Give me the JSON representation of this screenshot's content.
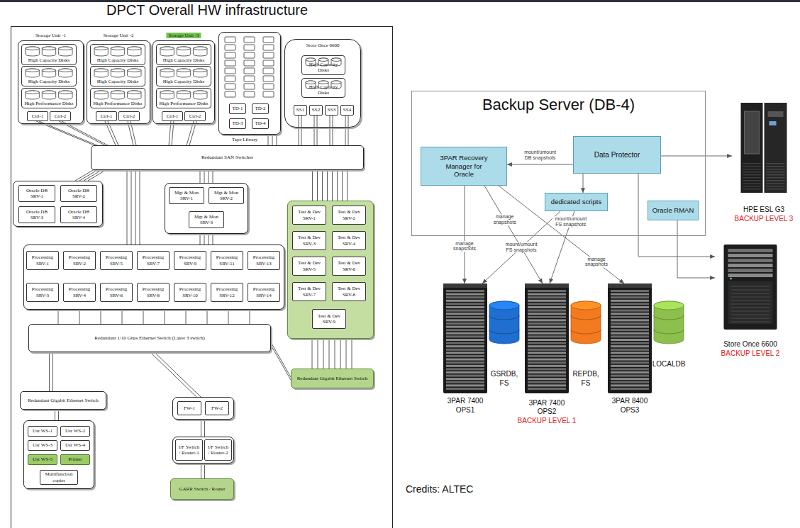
{
  "diagram": {
    "title": "DPCT Overall HW infrastructure",
    "nodes": [
      {
        "text": [
          "Storage Unit -1"
        ]
      },
      {
        "text": [
          "High Capacity Disks"
        ],
        "in": 0
      },
      {
        "text": [
          "High Capacity Disks"
        ],
        "in": 0
      },
      {
        "text": [
          "High Performance Disks"
        ],
        "in": 0
      },
      {
        "text": [
          "Ctrl-1"
        ],
        "in": 0
      },
      {
        "text": [
          "Ctrl-2"
        ],
        "in": 0
      },
      {
        "text": [
          "Storage Unit -2"
        ]
      },
      {
        "text": [
          "High Capacity Disks"
        ],
        "in": 6
      },
      {
        "text": [
          "High Capacity Disks"
        ],
        "in": 6
      },
      {
        "text": [
          "High Performance Disks"
        ],
        "in": 6
      },
      {
        "text": [
          "Ctrl-1"
        ],
        "in": 6
      },
      {
        "text": [
          "Ctrl-2"
        ],
        "in": 6
      },
      {
        "text": [
          "Storage Unit -3"
        ]
      },
      {
        "text": [
          "High Capacity Disks"
        ],
        "in": 12
      },
      {
        "text": [
          "High Capacity Disks"
        ],
        "in": 12
      },
      {
        "text": [
          "High Performance Disks"
        ],
        "in": 12
      },
      {
        "text": [
          "Ctrl-1"
        ],
        "in": 12
      },
      {
        "text": [
          "Ctrl-2"
        ],
        "in": 12
      },
      {
        "text": [
          "Tape Library"
        ]
      },
      {
        "text": [
          "TD-1"
        ],
        "in": 18
      },
      {
        "text": [
          "TD-2"
        ],
        "in": 18
      },
      {
        "text": [
          "TD-3"
        ],
        "in": 18
      },
      {
        "text": [
          "TD-4"
        ],
        "in": 18
      },
      {
        "text": [
          "Store Once 6600"
        ]
      },
      {
        "text": [
          "High Capacity Disks"
        ],
        "in": 23
      },
      {
        "text": [
          "High Capacity Disks"
        ],
        "in": 23
      },
      {
        "text": [
          "SS1"
        ],
        "in": 23
      },
      {
        "text": [
          "SS2"
        ],
        "in": 23
      },
      {
        "text": [
          "SS3"
        ],
        "in": 23
      },
      {
        "text": [
          "SS4"
        ],
        "in": 23
      },
      {
        "text": [
          "Redundant SAN Switches"
        ]
      },
      {
        "text": []
      },
      {
        "text": [
          "Oracle DB SRV-1"
        ],
        "in": 31
      },
      {
        "text": [
          "Oracle DB SRV-2"
        ],
        "in": 31
      },
      {
        "text": [
          "Oracle DB SRV-3"
        ],
        "in": 31
      },
      {
        "text": [
          "Oracle DB SRV-4"
        ],
        "in": 31
      },
      {
        "text": []
      },
      {
        "text": [
          "Mgt & Mon SRV-1"
        ],
        "in": 36
      },
      {
        "text": [
          "Mgt & Mon SRV-2"
        ],
        "in": 36
      },
      {
        "text": [
          "Mgt & Mon SRV-3"
        ],
        "in": 36
      },
      {
        "text": []
      },
      {
        "text": [
          "Test & Dev SRV-1"
        ],
        "in": 40
      },
      {
        "text": [
          "Test & Dev SRV-2"
        ],
        "in": 40
      },
      {
        "text": [
          "Test & Dev SRV-3"
        ],
        "in": 40
      },
      {
        "text": [
          "Test & Dev SRV-4"
        ],
        "in": 40
      },
      {
        "text": [
          "Test & Dev SRV-5"
        ],
        "in": 40
      },
      {
        "text": [
          "Test & Dev SRV-6"
        ],
        "in": 40
      },
      {
        "text": [
          "Test & Dev SRV-7"
        ],
        "in": 40
      },
      {
        "text": [
          "Test & Dev SRV-8"
        ],
        "in": 40
      },
      {
        "text": [
          "Test & Dev SRV-9"
        ],
        "in": 40
      },
      {
        "text": []
      },
      {
        "text": [
          "Processing SRV-1"
        ],
        "in": 50
      },
      {
        "text": [
          "Processing SRV-2"
        ],
        "in": 50
      },
      {
        "text": [
          "Processing SRV-5"
        ],
        "in": 50
      },
      {
        "text": [
          "Processing SRV-7"
        ],
        "in": 50
      },
      {
        "text": [
          "Processing SRV-9"
        ],
        "in": 50
      },
      {
        "text": [
          "Processing SRV-11"
        ],
        "in": 50
      },
      {
        "text": [
          "Processing SRV-13"
        ],
        "in": 50
      },
      {
        "text": [
          "Processing SRV-3"
        ],
        "in": 50
      },
      {
        "text": [
          "Processing SRV-4"
        ],
        "in": 50
      },
      {
        "text": [
          "Processing SRV-6"
        ],
        "in": 50
      },
      {
        "text": [
          "Processing SRV-8"
        ],
        "in": 50
      },
      {
        "text": [
          "Processing SRV-10"
        ],
        "in": 50
      },
      {
        "text": [
          "Processing SRV-12"
        ],
        "in": 50
      },
      {
        "text": [
          "Processing SRV-14"
        ],
        "in": 50
      },
      {
        "text": [
          "Redundant 1/10 Gbps Ethernet Switch (Layer 3 switch)"
        ]
      },
      {
        "text": [
          "Redundant Gigabit Ethernet Switch"
        ]
      },
      {
        "text": [
          "Redundant Gigabit Ethernet Switch"
        ]
      },
      {
        "text": []
      },
      {
        "text": [
          "FW-1"
        ],
        "in": 68
      },
      {
        "text": [
          "FW-2"
        ],
        "in": 68
      },
      {
        "text": []
      },
      {
        "text": [
          "Usr WS-1"
        ],
        "in": 71
      },
      {
        "text": [
          "Usr WS-2"
        ],
        "in": 71
      },
      {
        "text": [
          "Usr WS-3"
        ],
        "in": 71
      },
      {
        "text": [
          "Usr WS-4"
        ],
        "in": 71
      },
      {
        "text": [
          "Usr WS-5"
        ],
        "in": 71
      },
      {
        "text": [
          "Printer"
        ],
        "in": 71
      },
      {
        "text": [
          "Multifunction copier"
        ],
        "in": 71
      },
      {
        "text": []
      },
      {
        "text": [
          "I/F Switch / Router-1"
        ],
        "in": 79
      },
      {
        "text": [
          "I/F Switch / Router-2"
        ],
        "in": 79
      },
      {
        "text": [
          "GARR Switch / Router"
        ]
      },
      {
        "text": [
          "Backup Server (DB-4)"
        ]
      },
      {
        "text": [
          "3PAR Recovery Manager for Oracle"
        ],
        "in": 83
      },
      {
        "text": [
          "Data Protector"
        ],
        "in": 83
      },
      {
        "text": [
          "dedicated scripts"
        ],
        "in": 83
      },
      {
        "text": [
          "Oracle RMAN"
        ],
        "in": 83
      },
      {
        "text": [
          "HPE ESL G3",
          "BACKUP LEVEL 3"
        ]
      },
      {
        "text": [
          "Store Once 6600",
          "BACKUP LEVEL 2"
        ]
      },
      {
        "text": [
          "3PAR 7400 OPS1"
        ]
      },
      {
        "text": [
          "GSRDB, FS"
        ]
      },
      {
        "text": [
          "3PAR 7400 OPS2",
          "BACKUP LEVEL 1"
        ]
      },
      {
        "text": [
          "REPDB, FS"
        ]
      },
      {
        "text": [
          "3PAR 8400 OPS3"
        ]
      },
      {
        "text": [
          "LOCALDB"
        ]
      }
    ],
    "edges": [
      {
        "from": 4,
        "to": 30,
        "arrow": "none"
      },
      {
        "from": 5,
        "to": 30,
        "arrow": "none"
      },
      {
        "from": 10,
        "to": 30,
        "arrow": "none"
      },
      {
        "from": 11,
        "to": 30,
        "arrow": "none"
      },
      {
        "from": 16,
        "to": 30,
        "arrow": "none"
      },
      {
        "from": 17,
        "to": 30,
        "arrow": "none"
      },
      {
        "from": 18,
        "to": 30,
        "arrow": "none"
      },
      {
        "from": 26,
        "to": 30,
        "arrow": "none"
      },
      {
        "from": 27,
        "to": 30,
        "arrow": "none"
      },
      {
        "from": 28,
        "to": 30,
        "arrow": "none"
      },
      {
        "from": 29,
        "to": 30,
        "arrow": "none"
      },
      {
        "from": 30,
        "to": 31,
        "arrow": "none"
      },
      {
        "from": 30,
        "to": 50,
        "arrow": "none"
      },
      {
        "from": 30,
        "to": 36,
        "arrow": "none"
      },
      {
        "from": 30,
        "to": 40,
        "arrow": "none"
      },
      {
        "from": 36,
        "to": 50,
        "arrow": "none"
      },
      {
        "from": 40,
        "to": 66,
        "arrow": "none"
      },
      {
        "from": 50,
        "to": 65,
        "arrow": "none"
      },
      {
        "from": 65,
        "to": 66,
        "arrow": "none"
      },
      {
        "from": 65,
        "to": 67,
        "arrow": "none"
      },
      {
        "from": 65,
        "to": 68,
        "arrow": "none"
      },
      {
        "from": 67,
        "to": 71,
        "arrow": "none"
      },
      {
        "from": 68,
        "to": 79,
        "arrow": "none"
      },
      {
        "from": 79,
        "to": 82,
        "arrow": "none"
      },
      {
        "from": 85,
        "to": 84,
        "arrow": "to",
        "label": "mount/umount DB snapshots"
      },
      {
        "from": 85,
        "to": 86,
        "arrow": "to"
      },
      {
        "from": 85,
        "to": 88,
        "arrow": "to"
      },
      {
        "from": 85,
        "to": 89,
        "arrow": "to"
      },
      {
        "from": 87,
        "to": 89,
        "arrow": "to"
      },
      {
        "from": 84,
        "to": 90,
        "arrow": "to",
        "label": "manage snapshots"
      },
      {
        "from": 84,
        "to": 92,
        "arrow": "to",
        "label": "manage snapshots"
      },
      {
        "from": 84,
        "to": 94,
        "arrow": "to",
        "label": "manage snapshots"
      },
      {
        "from": 86,
        "to": 90,
        "arrow": "to",
        "label": "mount/umount FS snapshots"
      },
      {
        "from": 86,
        "to": 92,
        "arrow": "to",
        "label": "mount/umount FS snapshots"
      }
    ],
    "labels": [
      "Credits: ALTEC"
    ]
  }
}
